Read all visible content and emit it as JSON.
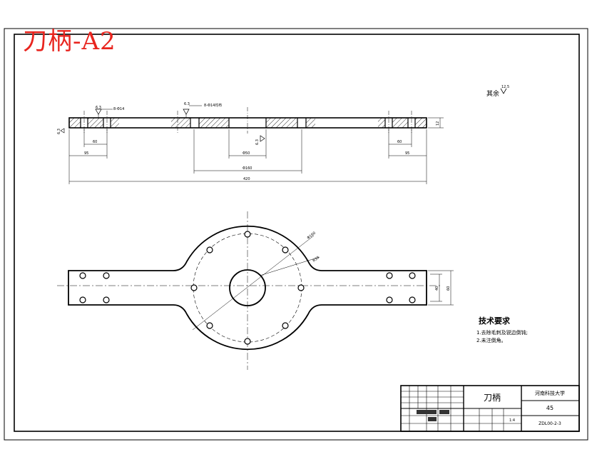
{
  "stamp_title": "刀柄-A2",
  "roughness_note": {
    "label": "其余",
    "value": "12.5"
  },
  "section_view": {
    "roughness_top_left": "6.3",
    "hole_spec_left": "8-Φ14",
    "roughness_top_mid": "6.3",
    "hole_spec_mid": "8-Φ14均布",
    "roughness_side": "6.3",
    "roughness_bore": "6.3",
    "dim_left_hole": "60",
    "dim_left_edge": "95",
    "dim_bore": "Φ50",
    "dim_pcd": "Φ160",
    "dim_total": "420",
    "dim_right_hole": "60",
    "dim_right_edge": "95",
    "dim_thickness": "12"
  },
  "plan_view": {
    "dim_circle": "Φ160",
    "dim_radius": "R30",
    "dim_inner_width": "40",
    "dim_outer_width": "60"
  },
  "tech_requirements": {
    "title": "技术要求",
    "items": [
      "1.去除毛刺及锐边倒钝;",
      "2.未注倒角。"
    ]
  },
  "title_block": {
    "part_name": "刀柄",
    "school": "河南科技大学",
    "material": "45",
    "drawing_no": "ZDL00-2-3",
    "scale": "1:4"
  }
}
